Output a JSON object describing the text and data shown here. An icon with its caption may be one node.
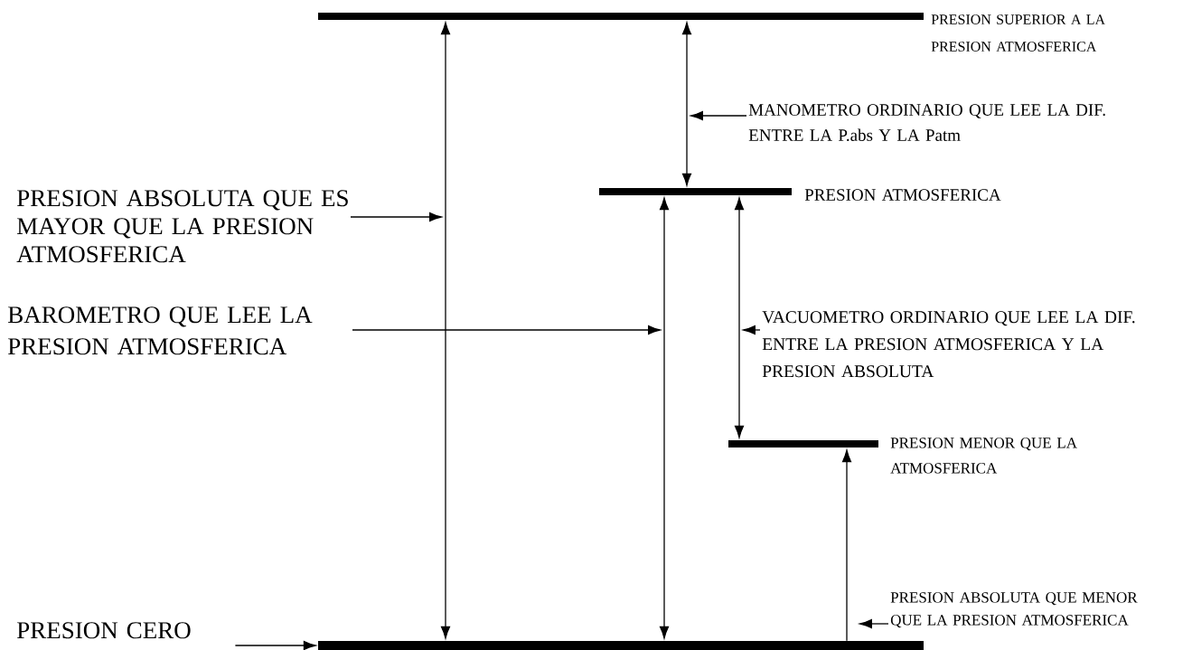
{
  "diagram": {
    "nodes": [
      {
        "text": [],
        "shape": "bar",
        "beside": [
          "PRESION SUPERIOR A LA PRESION ATMOSFERICA"
        ]
      },
      {
        "text": [],
        "shape": "bar",
        "beside": [
          "PRESION ATMOSFERICA"
        ]
      },
      {
        "text": [],
        "shape": "bar",
        "beside": [
          "PRESION MENOR QUE LA ATMOSFERICA"
        ]
      },
      {
        "text": [],
        "shape": "bar"
      },
      {
        "text": [
          "PRESION ABSOLUTA QUE ES MAYOR QUE LA PRESION ATMOSFERICA"
        ]
      },
      {
        "text": [
          "BAROMETRO QUE LEE LA PRESION ATMOSFERICA"
        ]
      },
      {
        "text": [
          "PRESION CERO"
        ]
      },
      {
        "text": [
          "MANOMETRO ORDINARIO QUE LEE LA DIF. ENTRE LA P.abs Y LA Patm"
        ]
      },
      {
        "text": [
          "VACUOMETRO ORDINARIO QUE LEE LA DIF. ENTRE LA PRESION ATMOSFERICA Y LA PRESION ABSOLUTA"
        ]
      },
      {
        "text": [
          "PRESION ABSOLUTA QUE MENOR QUE LA PRESION ATMOSFERICA"
        ]
      }
    ],
    "edges": [
      {
        "from": 0,
        "to": 3,
        "arrow": "both"
      },
      {
        "from": 0,
        "to": 1,
        "arrow": "both"
      },
      {
        "from": 1,
        "to": 3,
        "arrow": "both"
      },
      {
        "from": 1,
        "to": 2,
        "arrow": "both"
      },
      {
        "from": 3,
        "to": 2,
        "arrow": "to"
      },
      {
        "from": 4,
        "to": null,
        "arrow": "to"
      },
      {
        "from": 5,
        "to": null,
        "arrow": "to"
      },
      {
        "from": 6,
        "to": 3,
        "arrow": "to"
      },
      {
        "from": 7,
        "to": null,
        "arrow": "to"
      },
      {
        "from": 8,
        "to": null,
        "arrow": "to"
      },
      {
        "from": 9,
        "to": null,
        "arrow": "to"
      }
    ]
  }
}
